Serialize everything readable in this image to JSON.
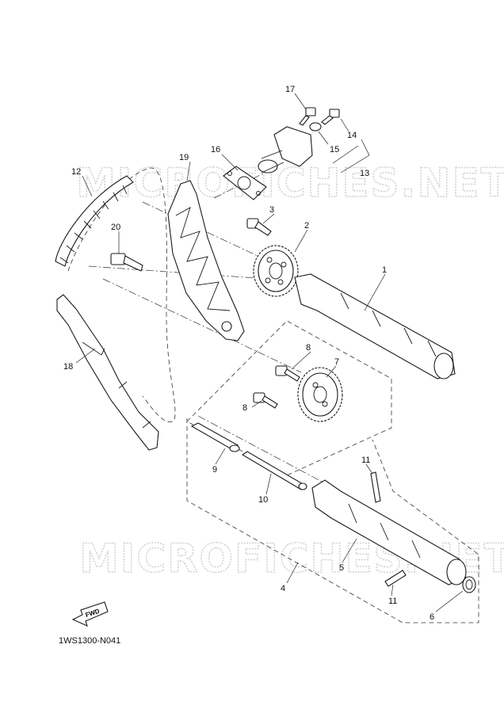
{
  "watermarks": [
    "MICROFICHES.NET",
    "MICROFICHES.NET"
  ],
  "diagram_code": "1WS1300-N041",
  "fwd_label": "FWD",
  "callouts": {
    "c1": "1",
    "c2": "2",
    "c3": "3",
    "c4": "4",
    "c5": "5",
    "c6": "6",
    "c7": "7",
    "c8a": "8",
    "c8b": "8",
    "c9": "9",
    "c10": "10",
    "c11a": "11",
    "c11b": "11",
    "c12": "12",
    "c13": "13",
    "c14": "14",
    "c15": "15",
    "c16": "16",
    "c17": "17",
    "c18": "18",
    "c19": "19",
    "c20": "20"
  }
}
